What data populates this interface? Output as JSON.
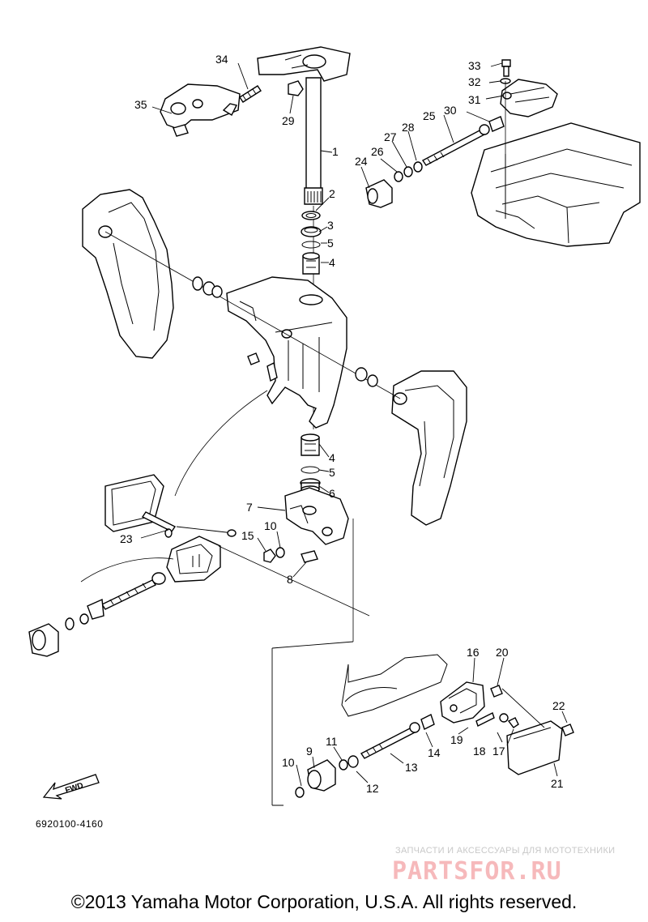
{
  "diagram": {
    "code": "6920100-4160",
    "fwd_label": "FWD",
    "callouts": [
      "1",
      "2",
      "3",
      "4",
      "5",
      "6",
      "7",
      "8",
      "9",
      "10",
      "11",
      "12",
      "13",
      "14",
      "15",
      "16",
      "17",
      "18",
      "19",
      "20",
      "21",
      "22",
      "23",
      "24",
      "25",
      "26",
      "27",
      "28",
      "29",
      "30",
      "31",
      "32",
      "33",
      "34",
      "35"
    ]
  },
  "watermark": {
    "tagline": "ЗАПЧАСТИ И АКСЕССУАРЫ ДЛЯ МОТОТЕХНИКИ",
    "logo_text": "PARTSFOR.RU"
  },
  "footer": {
    "copyright": "©2013 Yamaha Motor Corporation, U.S.A. All rights reserved."
  }
}
